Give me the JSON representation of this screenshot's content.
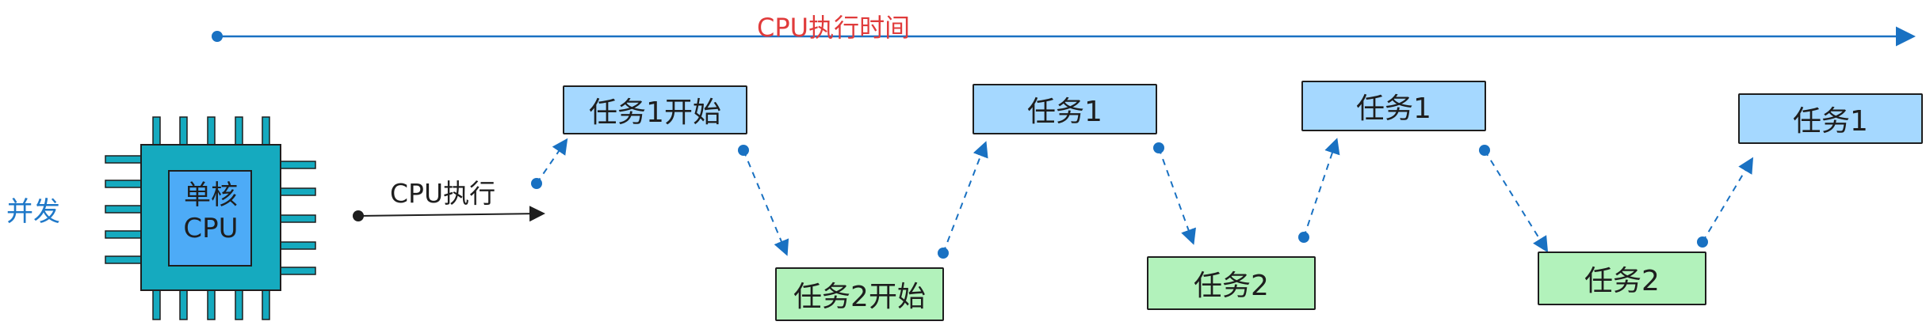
{
  "timeline": {
    "label": "CPU执行时间"
  },
  "left_label": "并发",
  "cpu": {
    "label_line1": "单核",
    "label_line2": "CPU"
  },
  "cpu_exec_label": "CPU执行",
  "tasks": {
    "t1_start": "任务1开始",
    "t2_start": "任务2开始",
    "t1_b": "任务1",
    "t2_b": "任务2",
    "t1_c": "任务1",
    "t2_c": "任务2",
    "t1_d": "任务1"
  },
  "colors": {
    "chip_body": "#15aabf",
    "chip_core": "#4dabf7",
    "task1_fill": "#a5d8ff",
    "task2_fill": "#b2f2bb",
    "timeline_text": "#e03b3b",
    "arrow": "#1971c2"
  }
}
